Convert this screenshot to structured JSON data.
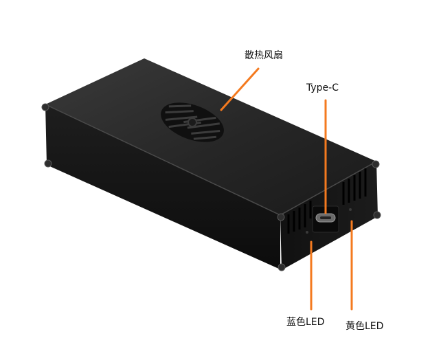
{
  "labels": {
    "fan": "散热风扇",
    "type_c": "Type-C",
    "blue_led": "蓝色LED",
    "yellow_led": "黄色LED"
  },
  "colors": {
    "pointer": "#f47a1f",
    "enclosure_top": "#2a2a2a",
    "enclosure_side": "#151515",
    "enclosure_end": "#0d0d0d"
  }
}
